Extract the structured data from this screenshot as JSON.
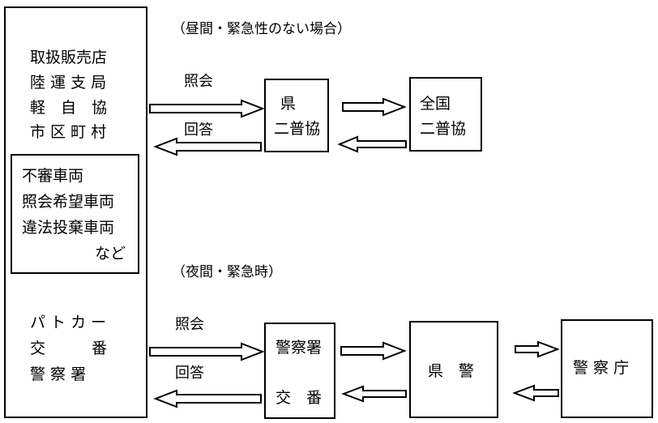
{
  "day": {
    "caption": "（昼間・緊急性のない場合）",
    "left_lines": [
      "取扱販売店",
      "陸 運 支 局",
      "軽　自　協",
      "市 区 町 村"
    ],
    "inquiry_label": "照会",
    "reply_label": "回答",
    "pref_box": [
      "県",
      "二普協"
    ],
    "national_box": [
      "全国",
      "二普協"
    ]
  },
  "vehicles": {
    "lines": [
      "不審車両",
      "照会希望車両",
      "違法投棄車両",
      "など"
    ]
  },
  "night": {
    "caption": "（夜間・緊急時）",
    "left_lines": [
      "パ ト カ ー",
      "交　　　番",
      "警 察 署"
    ],
    "inquiry_label": "照会",
    "reply_label": "回答",
    "station_box": [
      "警察署",
      "交　番"
    ],
    "pref_police_box": "県　警",
    "npa_box": "警 察 庁"
  }
}
